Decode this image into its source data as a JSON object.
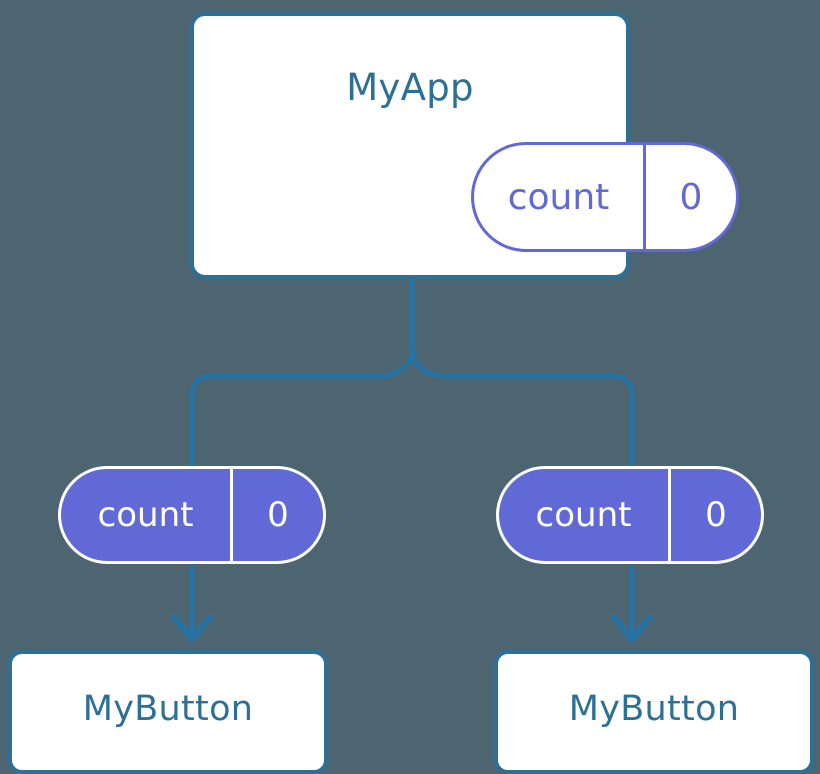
{
  "theme": {
    "background": "#4c6571",
    "card_border": "#2d7096",
    "card_fill": "#ffffff",
    "title_text": "#2d7096",
    "pill_accent": "#6169d6",
    "pill_filled_text": "#ffffff",
    "connector": "#2572a5"
  },
  "diagram": {
    "type": "component-tree",
    "root": {
      "title": "MyApp",
      "state_pill": {
        "key": "count",
        "value": "0",
        "style": "outline"
      }
    },
    "children": [
      {
        "state_pill": {
          "key": "count",
          "value": "0",
          "style": "filled"
        },
        "component": {
          "title": "MyButton"
        }
      },
      {
        "state_pill": {
          "key": "count",
          "value": "0",
          "style": "filled"
        },
        "component": {
          "title": "MyButton"
        }
      }
    ]
  }
}
